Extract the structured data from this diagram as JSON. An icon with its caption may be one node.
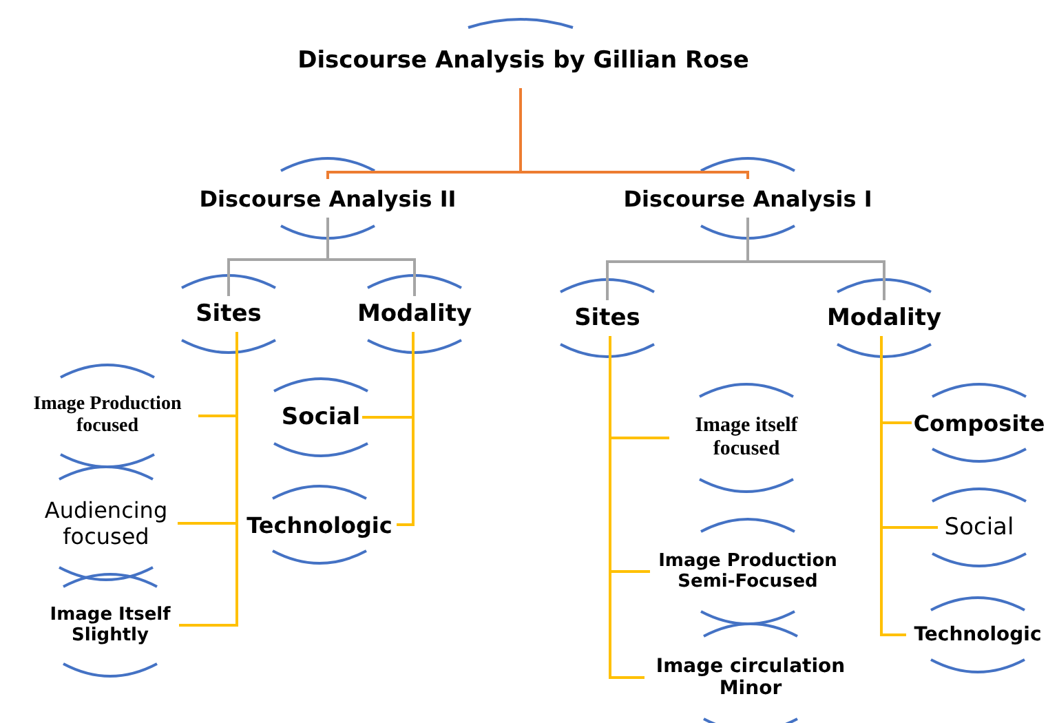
{
  "diagram": {
    "title": "Discourse Analysis by Gillian Rose",
    "nodes": [
      {
        "text": [
          "Discourse Analysis II"
        ]
      },
      {
        "text": [
          "Discourse Analysis I"
        ]
      },
      {
        "text": [
          "Sites"
        ]
      },
      {
        "text": [
          "Modality"
        ]
      },
      {
        "text": [
          "Sites"
        ]
      },
      {
        "text": [
          "Modality"
        ]
      },
      {
        "text": [
          "Image Production focused"
        ]
      },
      {
        "text": [
          "Audiencing focused"
        ]
      },
      {
        "text": [
          "Image Itself Slightly"
        ]
      },
      {
        "text": [
          "Social"
        ]
      },
      {
        "text": [
          "Technologic"
        ]
      },
      {
        "text": [
          "Image itself focused"
        ]
      },
      {
        "text": [
          "Image Production Semi-Focused"
        ]
      },
      {
        "text": [
          "Image circulation Minor"
        ]
      },
      {
        "text": [
          "Composite"
        ]
      },
      {
        "text": [
          "Social"
        ]
      },
      {
        "text": [
          "Technologic"
        ]
      }
    ],
    "edges": [
      {
        "from": null,
        "to": 0,
        "arrow": "none",
        "color": "#ed7d31"
      },
      {
        "from": null,
        "to": 1,
        "arrow": "none",
        "color": "#ed7d31"
      },
      {
        "from": 0,
        "to": 2,
        "arrow": "none",
        "color": "#a5a5a5"
      },
      {
        "from": 0,
        "to": 3,
        "arrow": "none",
        "color": "#a5a5a5"
      },
      {
        "from": 1,
        "to": 4,
        "arrow": "none",
        "color": "#a5a5a5"
      },
      {
        "from": 1,
        "to": 5,
        "arrow": "none",
        "color": "#a5a5a5"
      },
      {
        "from": 2,
        "to": 6,
        "arrow": "none"
      },
      {
        "from": 2,
        "to": 7,
        "arrow": "none"
      },
      {
        "from": 2,
        "to": 8,
        "arrow": "none"
      },
      {
        "from": 3,
        "to": 9,
        "arrow": "none"
      },
      {
        "from": 3,
        "to": 10,
        "arrow": "none"
      },
      {
        "from": 4,
        "to": 11,
        "arrow": "none"
      },
      {
        "from": 4,
        "to": 12,
        "arrow": "none"
      },
      {
        "from": 4,
        "to": 13,
        "arrow": "none"
      },
      {
        "from": 5,
        "to": 14,
        "arrow": "none"
      },
      {
        "from": 5,
        "to": 15,
        "arrow": "none"
      },
      {
        "from": 5,
        "to": 16,
        "arrow": "none"
      }
    ]
  }
}
